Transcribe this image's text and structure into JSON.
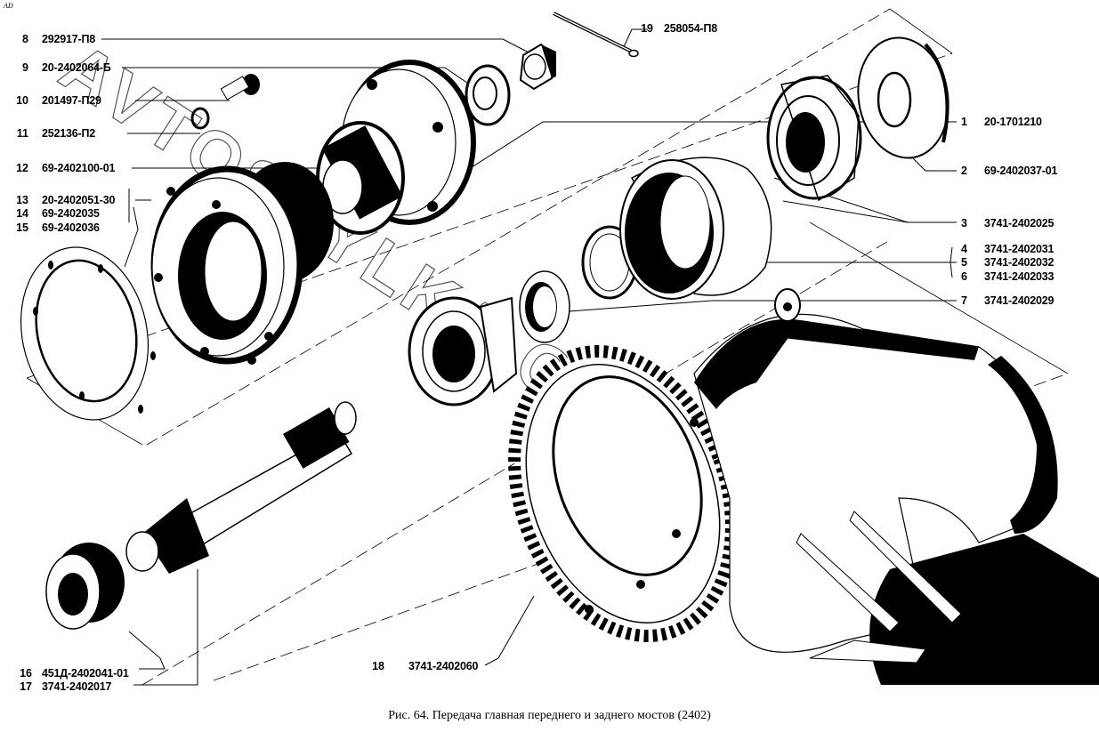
{
  "corner_mark": "AD",
  "caption": "Рис. 64. Передача главная переднего и заднего мостов (2402)",
  "watermark": "AVTOSZYLKA.CAT.ONLINE",
  "parts_left": [
    {
      "num": "8",
      "code": "292917-П8"
    },
    {
      "num": "9",
      "code": "20-2402064-Б"
    },
    {
      "num": "10",
      "code": "201497-П29"
    },
    {
      "num": "11",
      "code": "252136-П2"
    },
    {
      "num": "12",
      "code": "69-2402100-01"
    },
    {
      "num": "13",
      "code": "20-2402051-30"
    },
    {
      "num": "14",
      "code": "69-2402035"
    },
    {
      "num": "15",
      "code": "69-2402036"
    },
    {
      "num": "16",
      "code": "451Д-2402041-01"
    },
    {
      "num": "17",
      "code": "3741-2402017"
    }
  ],
  "parts_right": [
    {
      "num": "1",
      "code": "20-1701210"
    },
    {
      "num": "2",
      "code": "69-2402037-01"
    },
    {
      "num": "3",
      "code": "3741-2402025"
    },
    {
      "num": "4",
      "code": "3741-2402031"
    },
    {
      "num": "5",
      "code": "3741-2402032"
    },
    {
      "num": "6",
      "code": "3741-2402033"
    },
    {
      "num": "7",
      "code": "3741-2402029"
    }
  ],
  "parts_other": [
    {
      "num": "18",
      "code": "3741-2402060"
    },
    {
      "num": "19",
      "code": "258054-П8"
    }
  ]
}
